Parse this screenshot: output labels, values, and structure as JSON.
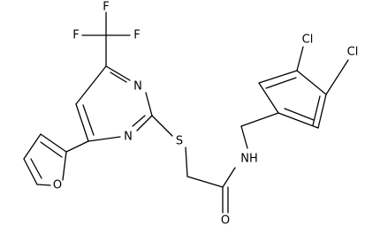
{
  "atoms": {
    "f_top": "F",
    "f_left": "F",
    "f_right": "F",
    "n_ring_upper": "N",
    "n_ring_lower": "N",
    "s_thioether": "S",
    "o_furan": "O",
    "o_carbonyl": "O",
    "n_amide": "NH",
    "cl_upper": "Cl",
    "cl_right": "Cl"
  }
}
